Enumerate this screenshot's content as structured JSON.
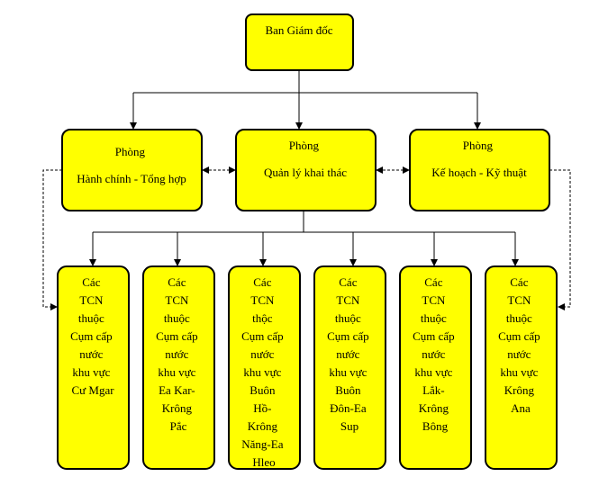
{
  "colors": {
    "box_fill": "#ffff00",
    "box_stroke": "#000000"
  },
  "director": {
    "lines": [
      "Ban Giám đốc"
    ]
  },
  "departments": [
    {
      "lines": [
        "Phòng",
        "Hành chính - Tổng hợp"
      ]
    },
    {
      "lines": [
        "Phòng",
        "Quản lý khai thác"
      ]
    },
    {
      "lines": [
        "Phòng",
        "Kế hoạch - Kỹ thuật"
      ]
    }
  ],
  "units": [
    {
      "lines": [
        "Các",
        "TCN",
        "thuộc",
        "Cụm cấp",
        "nước",
        "khu vực",
        "Cư Mgar"
      ]
    },
    {
      "lines": [
        "Các",
        "TCN",
        "thuộc",
        "Cụm cấp",
        "nước",
        "khu vực",
        "Ea Kar-",
        "Krông",
        "Pắc"
      ]
    },
    {
      "lines": [
        "Các",
        "TCN",
        "thộc",
        "Cụm cấp",
        "nước",
        "khu vực",
        "Buôn",
        "Hồ-",
        "Krông",
        "Năng-Ea",
        "Hleo"
      ]
    },
    {
      "lines": [
        "Các",
        "TCN",
        "thuộc",
        "Cụm cấp",
        "nước",
        "khu vực",
        "Buôn",
        "Đôn-Ea",
        "Sup"
      ]
    },
    {
      "lines": [
        "Các",
        "TCN",
        "thuộc",
        "Cụm cấp",
        "nước",
        "khu vực",
        "Lắk-",
        "Krông",
        "Bông"
      ]
    },
    {
      "lines": [
        "Các",
        "TCN",
        "thuộc",
        "Cụm cấp",
        "nước",
        "khu vực",
        "Krông",
        "Ana"
      ]
    }
  ]
}
